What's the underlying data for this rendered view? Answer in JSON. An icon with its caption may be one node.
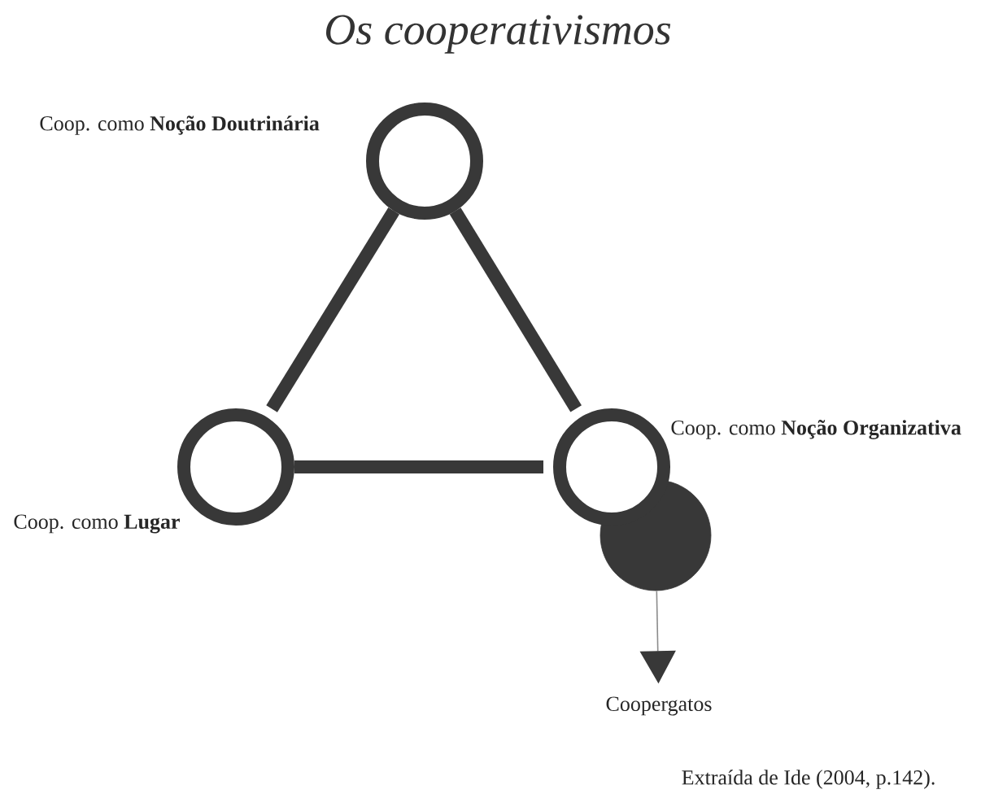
{
  "diagram": {
    "title": "Os cooperativismos",
    "caption": "Extraída de Ide (2004,  p.142).",
    "nodes": [
      {
        "text": [],
        "shape": "circle",
        "beside": [
          "Coop. como **Noção Doutrinária**"
        ]
      },
      {
        "text": [],
        "shape": "circle",
        "beside": [
          "Coop. como **Lugar**"
        ]
      },
      {
        "text": [],
        "shape": "circle",
        "beside": [
          "Coop. como **Noção Organizativa**"
        ]
      },
      {
        "text": [],
        "shape": "circle"
      },
      {
        "text": [
          "Coopergatos"
        ]
      }
    ],
    "edges": [
      {
        "from": 0,
        "to": 1,
        "arrow": "none"
      },
      {
        "from": 0,
        "to": 2,
        "arrow": "none"
      },
      {
        "from": 1,
        "to": 2,
        "arrow": "none"
      },
      {
        "from": 3,
        "to": 4,
        "arrow": "to",
        "color": "#8c8c8c"
      }
    ]
  }
}
